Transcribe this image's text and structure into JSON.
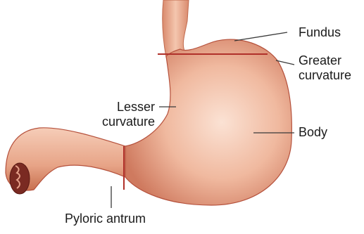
{
  "labels": {
    "fundus": "Fundus",
    "greater_curvature": [
      "Greater",
      "curvature"
    ],
    "lesser_curvature": [
      "Lesser",
      "curvature"
    ],
    "body": "Body",
    "pyloric_antrum": "Pyloric antrum"
  },
  "colors": {
    "stomach_fill": "#ecaf95",
    "stomach_edge": "#b5513c",
    "boundary_line": "#b0302a",
    "leader_line": "#3a3a3a"
  }
}
